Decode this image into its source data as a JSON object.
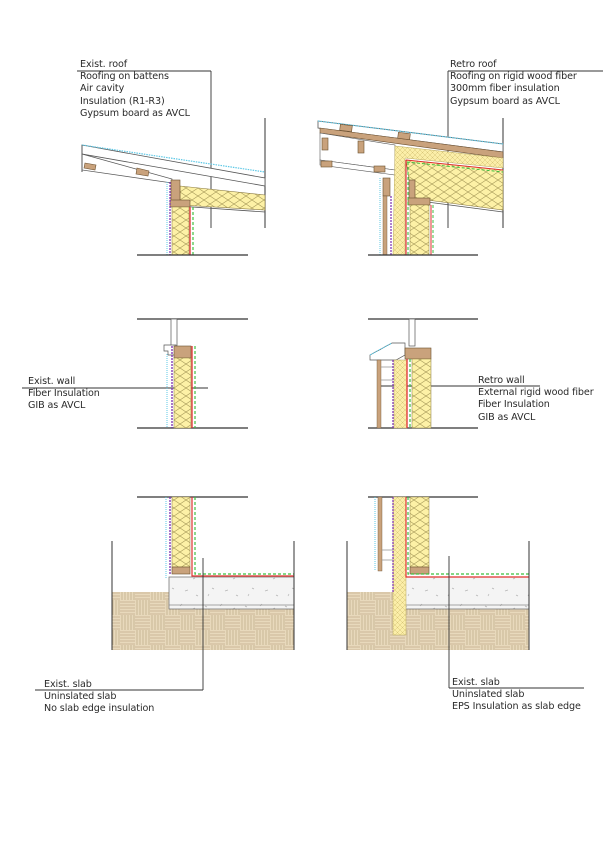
{
  "colors": {
    "insulation_fill": "#fdf1a6",
    "insulation_stroke": "#b8a860",
    "timber": "#c9a27c",
    "timber_dark": "#8a6a4a",
    "soil": "#e6d6b8",
    "soil_stroke": "#b9a688",
    "concrete": "#f3f3f3",
    "avcl_red": "#e0312f",
    "membrane_green": "#3fbf3f",
    "vapour_purple": "#7a2cb0",
    "weather_blue": "#5ec8e6",
    "line": "#333333"
  },
  "details": {
    "exist_roof": {
      "title": "Exist. roof",
      "lines": [
        "Roofing on battens",
        "Air cavity",
        "Insulation (R1-R3)",
        "Gypsum board as AVCL"
      ]
    },
    "retro_roof": {
      "title": "Retro roof",
      "lines": [
        "Roofing on rigid wood fiber",
        "300mm fiber insulation",
        "Gypsum board as AVCL"
      ]
    },
    "exist_wall": {
      "title": "Exist. wall",
      "lines": [
        "Fiber Insulation",
        "GIB as AVCL"
      ]
    },
    "retro_wall": {
      "title": "Retro wall",
      "lines": [
        "External rigid wood fiber",
        "Fiber Insulation",
        "GIB as AVCL"
      ]
    },
    "exist_slab": {
      "title": "Exist. slab",
      "lines": [
        "Uninslated slab",
        "No slab edge insulation"
      ]
    },
    "retro_slab": {
      "title": "Exist. slab",
      "lines": [
        "Uninslated slab",
        "EPS Insulation as slab edge"
      ]
    }
  }
}
